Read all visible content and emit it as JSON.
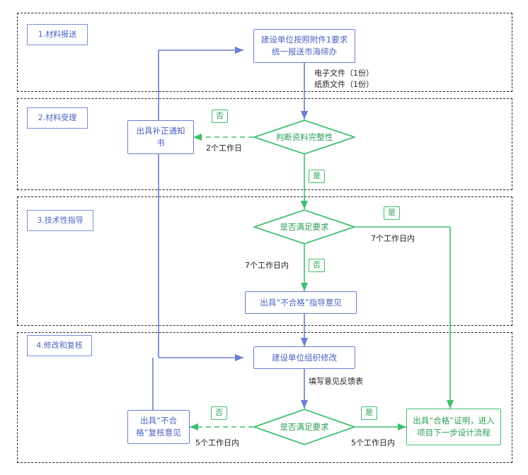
{
  "lanes": [
    {
      "id": "lane1",
      "label": "1.材料报送"
    },
    {
      "id": "lane2",
      "label": "2.材料受理"
    },
    {
      "id": "lane3",
      "label": "3.技术性指导"
    },
    {
      "id": "lane4",
      "label": "4.修改和复核"
    }
  ],
  "nodes": {
    "submit": {
      "text": "建设单位按照附件1要求统一报送市海缔办"
    },
    "correction": {
      "text": "出具补正通知书"
    },
    "completeness": {
      "text": "判断资料完整性"
    },
    "meet1": {
      "text": "是否满足要求"
    },
    "unqualified": {
      "text": "出具“不合格”指导意见"
    },
    "modify": {
      "text": "建设单位组织修改"
    },
    "meet2": {
      "text": "是否满足要求"
    },
    "recheck": {
      "text": "出具“不合格”复核意见"
    },
    "qualified": {
      "text": "出具“合格”证明，进入项目下一步设计流程"
    }
  },
  "edge_labels": {
    "files": "电子文件（1份）\n纸质文件（1份）",
    "files_line1": "电子文件（1份）",
    "files_line2": "纸质文件（1份）",
    "no1": "否",
    "days2": "2个工作日",
    "yes1": "是",
    "yes2": "是",
    "days7_right": "7个工作日内",
    "days7_left": "7个工作日内",
    "no2": "否",
    "feedback": "填写意见反馈表",
    "no3": "否",
    "yes3": "是",
    "days5_left": "5个工作日内",
    "days5_right": "5个工作日内"
  },
  "colors": {
    "blue_stroke": "#6a7fd2",
    "blue_text": "#4a63c0",
    "green_stroke": "#3fbf6f",
    "green_text": "#2e9e57",
    "lane_border": "#222222"
  }
}
